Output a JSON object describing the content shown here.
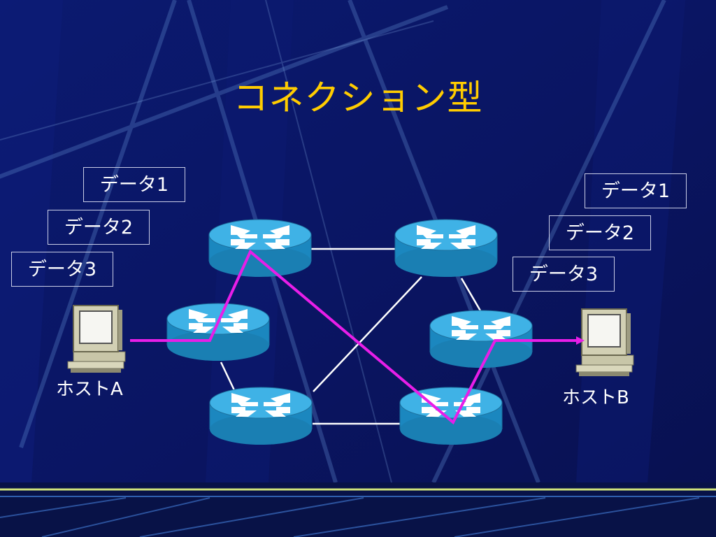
{
  "slide": {
    "title": "コネクション型"
  },
  "host_a": {
    "label": "ホストA",
    "packets": [
      "データ1",
      "データ2",
      "データ3"
    ]
  },
  "host_b": {
    "label": "ホストB",
    "packets": [
      "データ1",
      "データ2",
      "データ3"
    ]
  },
  "colors": {
    "background": "#0a1563",
    "title": "#ffcc00",
    "path": "#e81ee8",
    "router": "#2a9fd6",
    "link": "#ffffff"
  },
  "icons": {
    "router": "router-icon",
    "host": "computer-icon"
  }
}
